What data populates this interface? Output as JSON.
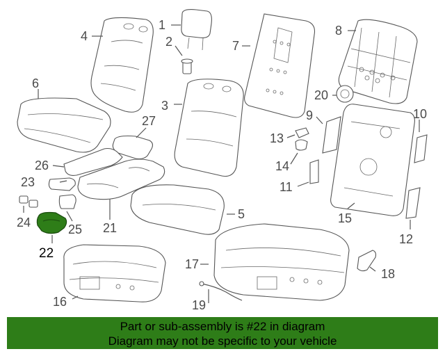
{
  "callouts": {
    "c1": "1",
    "c2": "2",
    "c3": "3",
    "c4": "4",
    "c5": "5",
    "c6": "6",
    "c7": "7",
    "c8": "8",
    "c9": "9",
    "c10": "10",
    "c11": "11",
    "c12": "12",
    "c13": "13",
    "c14": "14",
    "c15": "15",
    "c16": "16",
    "c17": "17",
    "c18": "18",
    "c19": "19",
    "c20": "20",
    "c21": "21",
    "c22": "22",
    "c23": "23",
    "c24": "24",
    "c25": "25",
    "c26": "26",
    "c27": "27"
  },
  "highlight_part": "22",
  "colors": {
    "banner": "#2e7d18",
    "highlight_part": "#2e7d18",
    "lines": "#555555"
  },
  "banner": {
    "line1": "Part or sub-assembly is #22 in diagram",
    "line2": "Diagram may not be specific to your vehicle"
  }
}
